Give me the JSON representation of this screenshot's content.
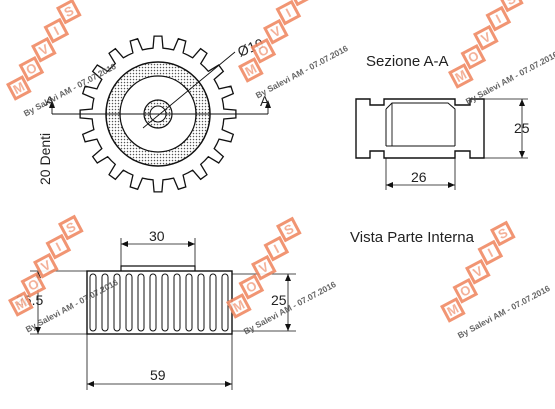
{
  "front_view": {
    "diameter_label": "Ø10",
    "teeth_label": "20 Denti",
    "section_mark_left": "A",
    "section_mark_right": "A"
  },
  "section_view": {
    "title": "Sezione A-A",
    "width_label": "26",
    "height_label": "25"
  },
  "side_view": {
    "inner_width_label": "30",
    "total_width_label": "59",
    "left_dia_label": "26.5",
    "right_dia_label": "25"
  },
  "internal_view": {
    "title": "Vista Parte Interna"
  },
  "watermark": {
    "brand_letters": [
      "M",
      "O",
      "V",
      "I",
      "S"
    ],
    "credit": "By Salevi AM - 07.07.2016",
    "colors": {
      "tile": "#f08a64",
      "letter_bg": "#ffffff"
    }
  }
}
